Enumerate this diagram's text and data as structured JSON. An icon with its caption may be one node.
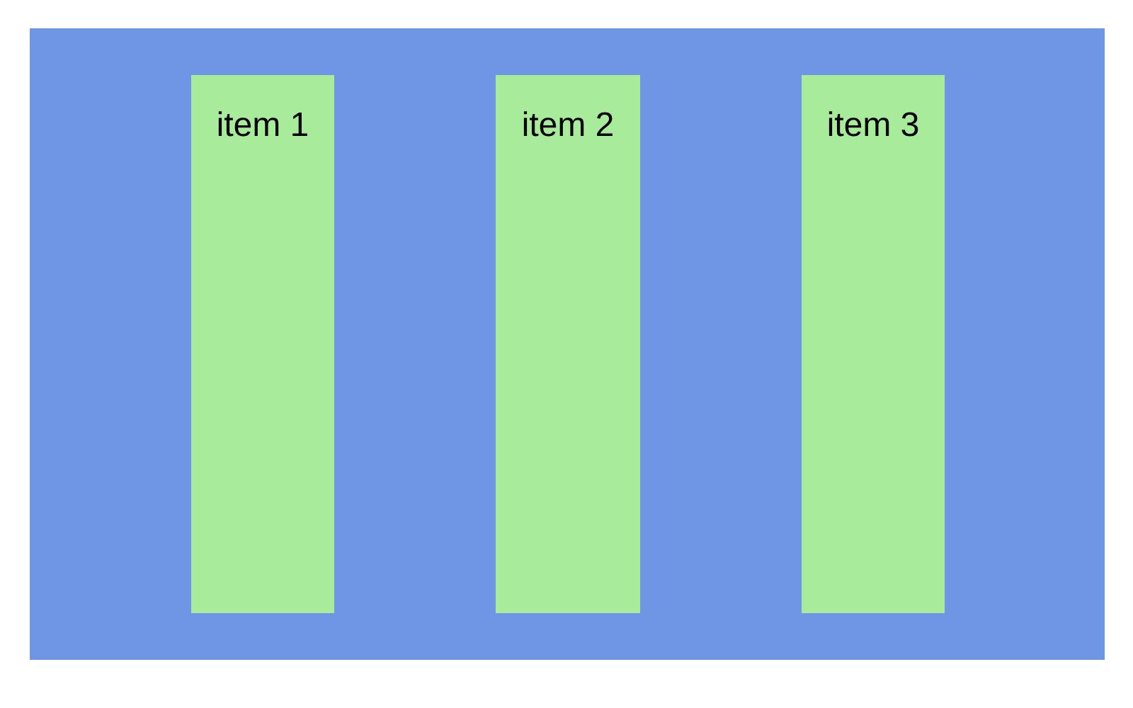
{
  "diagram": {
    "nodes": [
      {
        "text": [],
        "shape": "box"
      },
      {
        "text": [
          "item 1"
        ],
        "in": 0
      },
      {
        "text": [
          "item 2"
        ],
        "in": 0
      },
      {
        "text": [
          "item 3"
        ],
        "in": 0
      }
    ]
  }
}
